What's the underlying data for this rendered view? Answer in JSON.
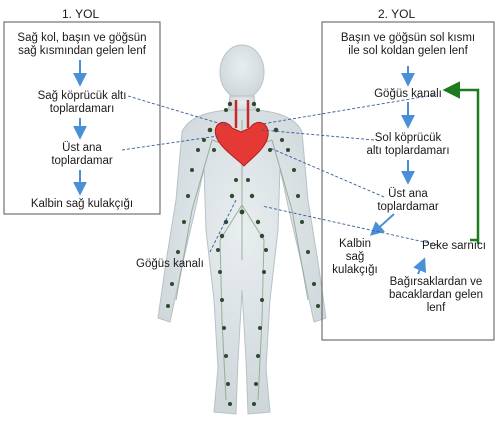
{
  "path1": {
    "heading": "1. YOL",
    "source_line1": "Sağ kol, başın ve göğsün",
    "source_line2": "sağ kısmından gelen lenf",
    "step1_line1": "Sağ köprücük altı",
    "step1_line2": "toplardamarı",
    "step2_line1": "Üst ana",
    "step2_line2": "toplardamar",
    "step3": "Kalbin sağ kulakçığı"
  },
  "path2": {
    "heading": "2. YOL",
    "source_line1": "Başın ve göğsün sol kısmı",
    "source_line2": "ile sol koldan gelen lenf",
    "step1": "Göğüs kanalı",
    "step2_line1": "Sol köprücük",
    "step2_line2": "altı toplardamarı",
    "step3_line1": "Üst ana",
    "step3_line2": "toplardamar",
    "step4_line1": "Kalbin",
    "step4_line2": "sağ",
    "step4_line3": "kulakçığı",
    "chyle": "Peke sarnıcı",
    "intestine_line1": "Bağırsaklardan ve",
    "intestine_line2": "bacaklardan gelen",
    "intestine_line3": "lenf"
  },
  "body_label": "Göğüs kanalı",
  "colors": {
    "box_border": "#555555",
    "flow_arrow": "#4a90d9",
    "return_arrow": "#1e7a1e",
    "leader_line": "#3a5a9a",
    "body_fill": "#d6dde0",
    "heart": "#e53935",
    "lymph_node": "#2e4a2e"
  }
}
